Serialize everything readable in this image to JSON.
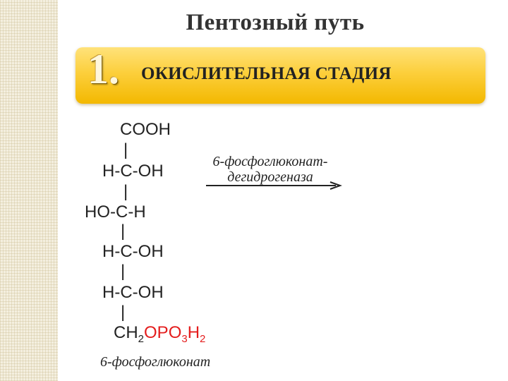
{
  "title": "Пентозный путь",
  "stage": {
    "number": "1.",
    "label": "ОКИСЛИТЕЛЬНАЯ СТАДИЯ"
  },
  "structure": {
    "c1": "COOH",
    "c2": "H-C-OH",
    "c3": "HO-C-H",
    "c4": "H-C-OH",
    "c5": "H-C-OH",
    "c6_prefix": "CH",
    "c6_sub1": "2",
    "c6_red_a": "OPO",
    "c6_sub2": "3",
    "c6_red_b": "H",
    "c6_sub3": "2",
    "bond": "|"
  },
  "enzyme": {
    "line1": "6-фосфоглюконат-",
    "line2": "дегидрогеназа"
  },
  "compound_name": "6-фосфоглюконат",
  "colors": {
    "banner": "#fccf3c",
    "phosphate": "#e41d1d",
    "stripe": "#f4efdf"
  },
  "icons": {
    "reaction_arrow": "right-arrow-icon"
  }
}
